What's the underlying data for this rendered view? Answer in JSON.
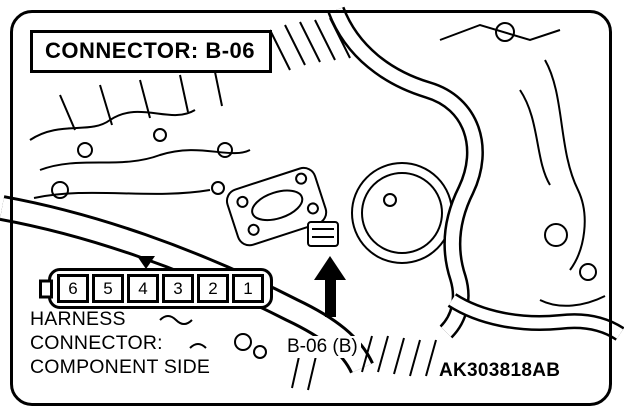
{
  "figure": {
    "title": "CONNECTOR: B-06",
    "pin_numbers": [
      "6",
      "5",
      "4",
      "3",
      "2",
      "1"
    ],
    "harness_label": {
      "line1": "HARNESS",
      "line2": "CONNECTOR:",
      "line3": "COMPONENT SIDE"
    },
    "arrow_label": "B-06 (B)",
    "figure_code": "AK303818AB",
    "colors": {
      "line": "#000000",
      "background": "#ffffff"
    }
  }
}
